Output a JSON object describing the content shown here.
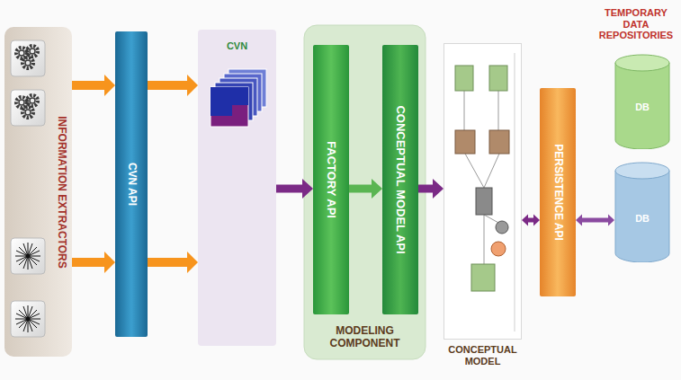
{
  "diagram": {
    "nodes": [
      {
        "text": [
          "INFORMATION EXTRACTORS"
        ]
      },
      {
        "text": [
          "CVN API"
        ]
      },
      {
        "text": [
          "CVN"
        ]
      },
      {
        "text": [
          "MODELING COMPONENT"
        ]
      },
      {
        "text": [
          "FACTORY API"
        ],
        "in": 3
      },
      {
        "text": [
          "CONCEPTUAL MODEL API"
        ],
        "in": 3
      },
      {
        "text": [
          "CONCEPTUAL MODEL"
        ]
      },
      {
        "text": [
          "PERSISTENCE API"
        ]
      },
      {
        "text": [
          "DB"
        ]
      },
      {
        "text": [
          "DB"
        ]
      }
    ],
    "edges": [
      {
        "from": 0,
        "to": 1,
        "arrow": "to"
      },
      {
        "from": 0,
        "to": 1,
        "arrow": "to"
      },
      {
        "from": 1,
        "to": 2,
        "arrow": "to"
      },
      {
        "from": 1,
        "to": 2,
        "arrow": "to"
      },
      {
        "from": 2,
        "to": 4,
        "arrow": "to"
      },
      {
        "from": 4,
        "to": 5,
        "arrow": "to"
      },
      {
        "from": 5,
        "to": 6,
        "arrow": "to"
      },
      {
        "from": 6,
        "to": 7,
        "arrow": "both"
      },
      {
        "from": 7,
        "to": 9,
        "arrow": "both"
      }
    ],
    "labels": [
      "TEMPORARY DATA REPOSITORIES"
    ]
  }
}
